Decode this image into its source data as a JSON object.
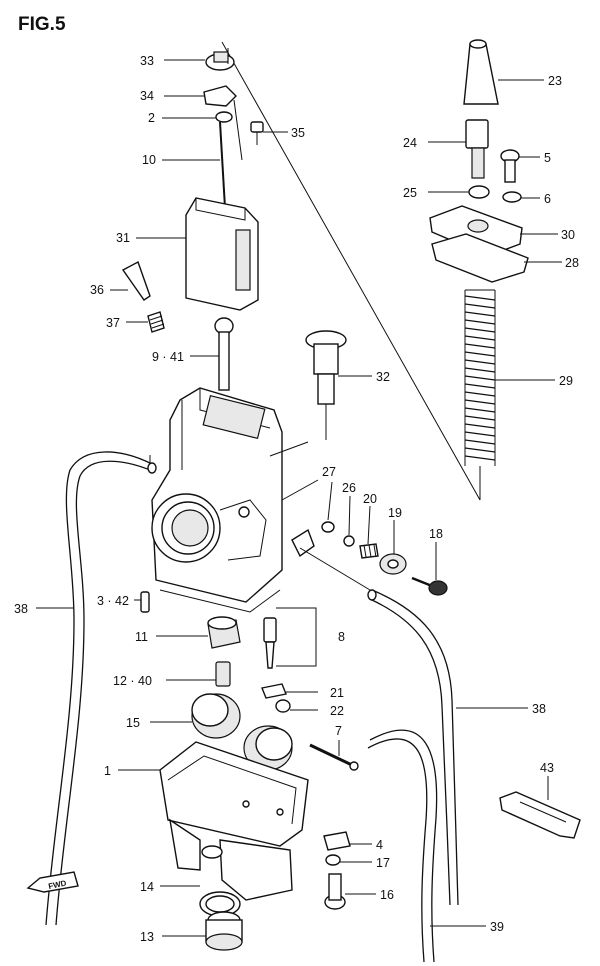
{
  "figure_title": "FIG.5",
  "fwd_label": "FWD",
  "callouts": {
    "c33": "33",
    "c34": "34",
    "c2": "2",
    "c35": "35",
    "c10": "10",
    "c23": "23",
    "c24": "24",
    "c5": "5",
    "c25": "25",
    "c6": "6",
    "c30": "30",
    "c28": "28",
    "c31": "31",
    "c36": "36",
    "c37": "37",
    "c9_41": "9 · 41",
    "c32": "32",
    "c29": "29",
    "c27": "27",
    "c26": "26",
    "c20": "20",
    "c19": "19",
    "c18": "18",
    "c38a": "38",
    "c3_42": "3 · 42",
    "c8": "8",
    "c11": "11",
    "c12_40": "12 · 40",
    "c21": "21",
    "c22": "22",
    "c15": "15",
    "c38b": "38",
    "c7": "7",
    "c1": "1",
    "c43": "43",
    "c4": "4",
    "c17": "17",
    "c14": "14",
    "c16": "16",
    "c13": "13",
    "c39": "39"
  }
}
